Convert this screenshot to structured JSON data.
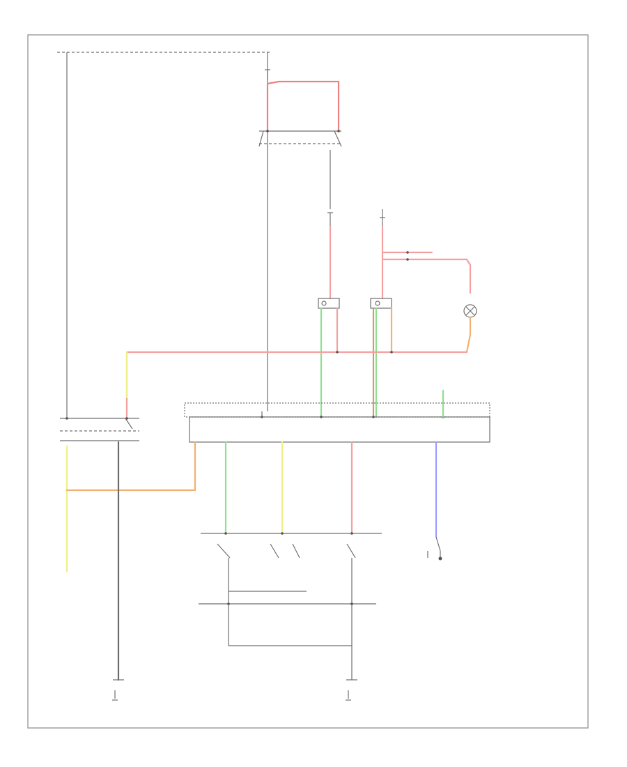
{
  "diagram": {
    "wire_colors": {
      "red": "#f08080",
      "pink": "#f5a0a0",
      "yellow": "#f0f08a",
      "green": "#8fe08f",
      "orange": "#f4b070",
      "brown": "#c8a070",
      "blue": "#9b9bff",
      "gray": "#b0b0b0",
      "black": "#6a6a6a"
    },
    "components": [
      {
        "id": "fuse-block-top-left",
        "icon": "fuse-icon"
      },
      {
        "id": "fuse-block-top-center",
        "icon": "fuse-icon"
      },
      {
        "id": "headlight-relay",
        "icon": "relay-icon"
      },
      {
        "id": "left-headlight",
        "icon": "lamp-icon"
      },
      {
        "id": "right-headlight",
        "icon": "lamp-icon"
      },
      {
        "id": "indicator-lamp",
        "icon": "lamp-icon"
      },
      {
        "id": "daytime-running-light-relay",
        "icon": "relay-icon"
      },
      {
        "id": "control-module",
        "icon": "module-icon"
      },
      {
        "id": "parking-brake-switch",
        "icon": "switch-icon"
      },
      {
        "id": "headlight-switch",
        "icon": "switch-icon"
      },
      {
        "id": "left-ground",
        "icon": "ground-icon"
      },
      {
        "id": "right-ground",
        "icon": "ground-icon"
      }
    ]
  }
}
